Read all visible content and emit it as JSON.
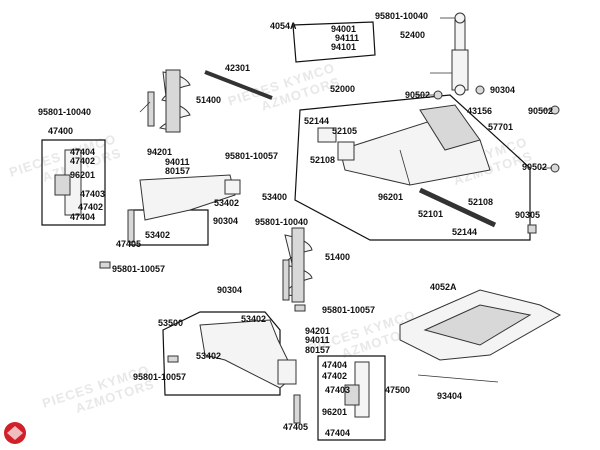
{
  "watermark": [
    "PIECES KYMCO",
    "AZMOTORS"
  ],
  "labels": [
    "4054A",
    "94001",
    "94111",
    "94101",
    "95801-10040",
    "52400",
    "42301",
    "51400",
    "95801-10040",
    "90502",
    "90304",
    "47400",
    "52000",
    "52144",
    "52105",
    "43156",
    "57701",
    "52108",
    "90502",
    "47404",
    "47402",
    "96201",
    "47403",
    "47402",
    "47404",
    "94201",
    "94011",
    "80157",
    "95801-10057",
    "53400",
    "53402",
    "90304",
    "53402",
    "47405",
    "95801-10057",
    "95801-10040",
    "51400",
    "96201",
    "52101",
    "52108",
    "52144",
    "90502",
    "90305",
    "90304",
    "53500",
    "53402",
    "95801-10057",
    "94201",
    "94011",
    "80157",
    "53402",
    "95801-10057",
    "4052A",
    "47404",
    "47402",
    "47403",
    "47500",
    "96201",
    "47404",
    "93404",
    "47405"
  ],
  "logo": {
    "color": "#d0202a"
  }
}
